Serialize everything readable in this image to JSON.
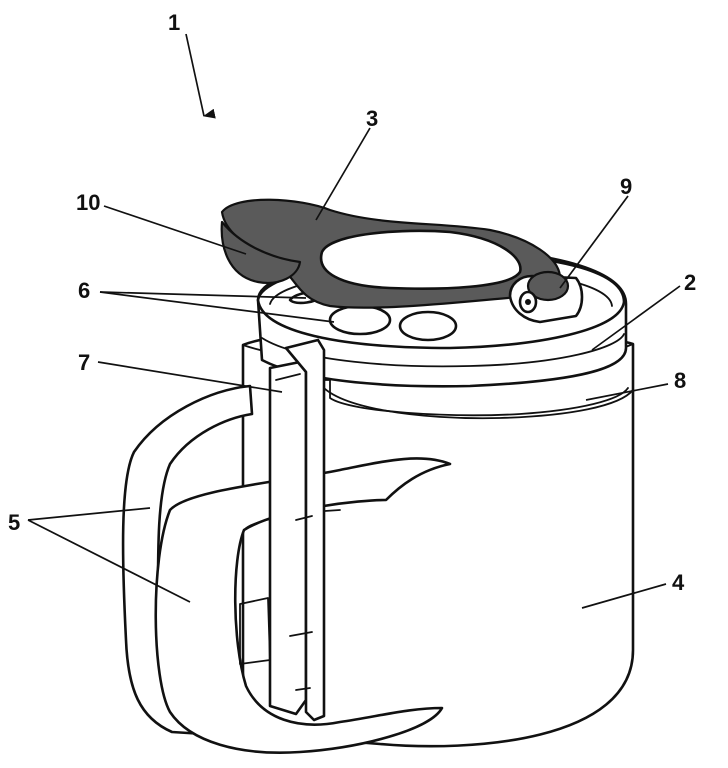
{
  "colors": {
    "ink": "#111111",
    "lever_fill": "#5a5a5a",
    "background": "#ffffff"
  },
  "labels": {
    "l1": "1",
    "l2": "2",
    "l3": "3",
    "l4": "4",
    "l5": "5",
    "l6": "6",
    "l7": "7",
    "l8": "8",
    "l9": "9",
    "l10": "10"
  }
}
